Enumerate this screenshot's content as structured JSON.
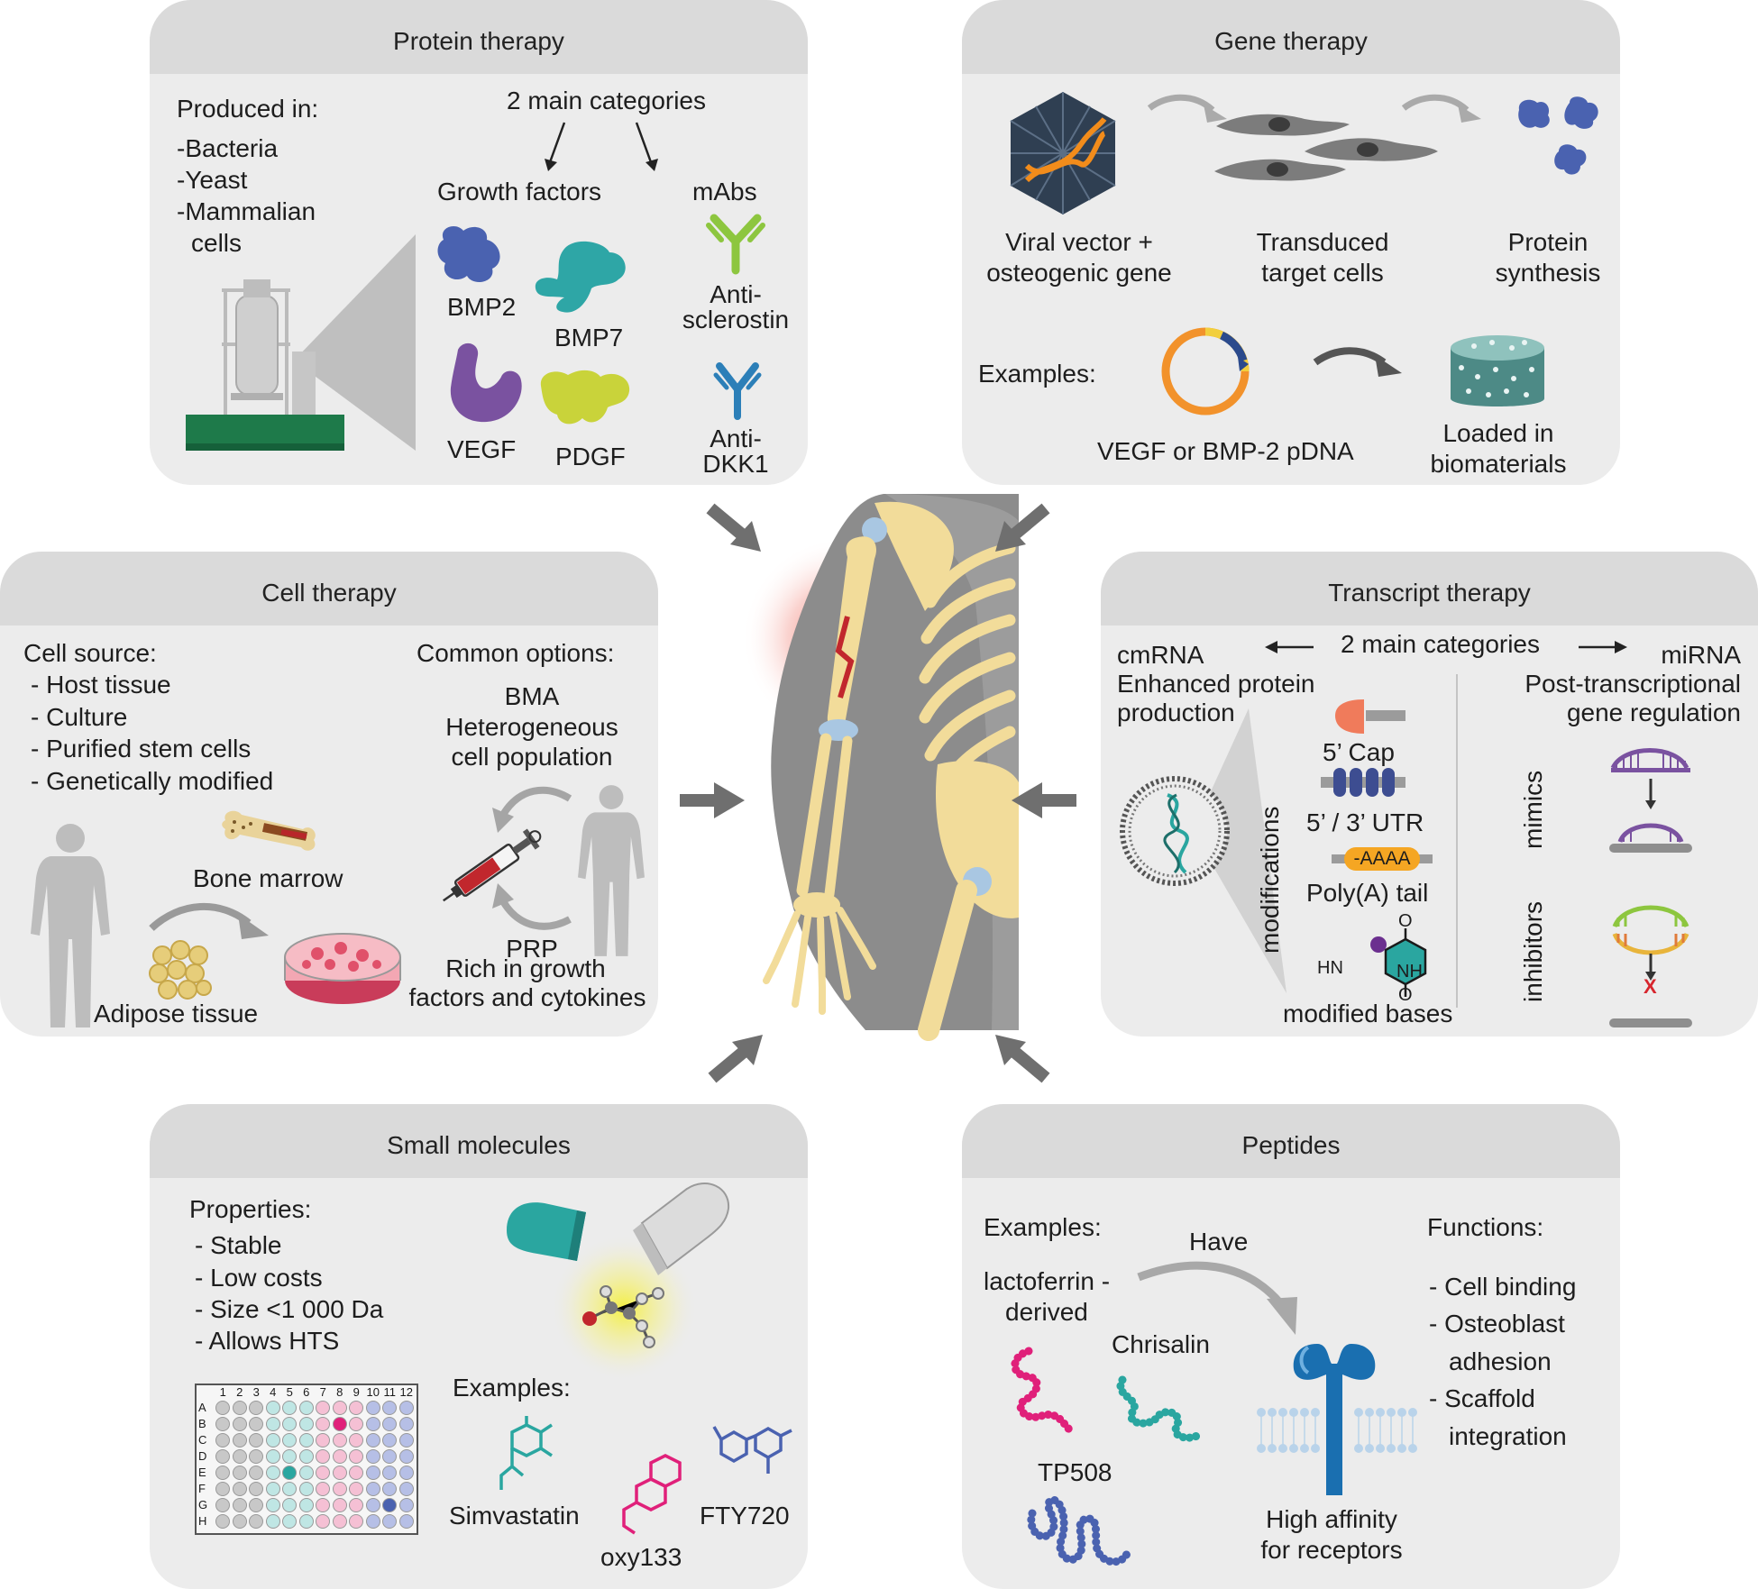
{
  "protein": {
    "title": "Protein therapy",
    "produced_in": "Produced in:",
    "sources": [
      "-Bacteria",
      "-Yeast",
      "-Mammalian",
      "cells"
    ],
    "categories_title": "2 main categories",
    "growth_factors": "Growth factors",
    "mabs": "mAbs",
    "bmp2": "BMP2",
    "bmp7": "BMP7",
    "vegf": "VEGF",
    "pdgf": "PDGF",
    "anti_sclerostin": [
      "Anti-",
      "sclerostin"
    ],
    "anti_dkk1": [
      "Anti-",
      "DKK1"
    ]
  },
  "gene": {
    "title": "Gene therapy",
    "viral_vector": [
      "Viral vector +",
      "osteogenic gene"
    ],
    "transduced": [
      "Transduced",
      "target cells"
    ],
    "protein_synthesis": [
      "Protein",
      "synthesis"
    ],
    "examples": "Examples:",
    "pdna": "VEGF or BMP-2 pDNA",
    "loaded": [
      "Loaded in",
      "biomaterials"
    ]
  },
  "cell": {
    "title": "Cell therapy",
    "source_title": "Cell source:",
    "sources": [
      "- Host tissue",
      "- Culture",
      "- Purified stem cells",
      "- Genetically modified"
    ],
    "bone_marrow": "Bone marrow",
    "adipose": "Adipose tissue",
    "common_options": "Common options:",
    "bma": "BMA",
    "bma_desc": [
      "Heterogeneous",
      "cell population"
    ],
    "prp": "PRP",
    "prp_desc": [
      "Rich in growth",
      "factors and cytokines"
    ]
  },
  "transcript": {
    "title": "Transcript therapy",
    "categories_title": "2 main categories",
    "cmrna": "cmRNA",
    "cmrna_desc": [
      "Enhanced protein",
      "production"
    ],
    "mirna": "miRNA",
    "mirna_desc": [
      "Post-transcriptional",
      "gene regulation"
    ],
    "cap": "5’ Cap",
    "utr": "5’ / 3’ UTR",
    "polya_tag": "-AAAA",
    "polya": "Poly(A) tail",
    "modified_bases": "modified bases",
    "modifications": "modifications",
    "mimics": "mimics",
    "inhibitors": "inhibitors",
    "chem_o_top": "O",
    "chem_o_bottom": "O",
    "chem_hn": "HN",
    "chem_nh": "NH",
    "x_mark": "X"
  },
  "small": {
    "title": "Small molecules",
    "properties_title": "Properties:",
    "properties": [
      "- Stable",
      "- Low costs",
      "- Size <1 000 Da",
      "- Allows HTS"
    ],
    "plate_cols": [
      "1",
      "2",
      "3",
      "4",
      "5",
      "6",
      "7",
      "8",
      "9",
      "10",
      "11",
      "12"
    ],
    "plate_rows": [
      "A",
      "B",
      "C",
      "D",
      "E",
      "F",
      "G",
      "H"
    ],
    "examples": "Examples:",
    "simvastatin": "Simvastatin",
    "oxy133": "oxy133",
    "fty720": "FTY720"
  },
  "peptides": {
    "title": "Peptides",
    "examples": "Examples:",
    "lactoferrin": [
      "lactoferrin -",
      "derived"
    ],
    "chrisalin": "Chrisalin",
    "tp508": "TP508",
    "have": "Have",
    "affinity": [
      "High affinity",
      "for receptors"
    ],
    "functions_title": "Functions:",
    "functions": [
      "- Cell binding",
      "- Osteoblast",
      "adhesion",
      "- Scaffold",
      "integration"
    ]
  },
  "colors": {
    "panel": "#ececec",
    "panel_header": "#dadada",
    "arrow": "#6f6f6f",
    "bmp2": "#4a62b0",
    "bmp7": "#2ea6a6",
    "vegf": "#7a52a0",
    "pdgf": "#c9d33a",
    "mab": "#8dc63f",
    "teal": "#2aa6a0",
    "magenta": "#e0207a",
    "bone": "#f2dc9a",
    "body": "#8c8c8c"
  }
}
